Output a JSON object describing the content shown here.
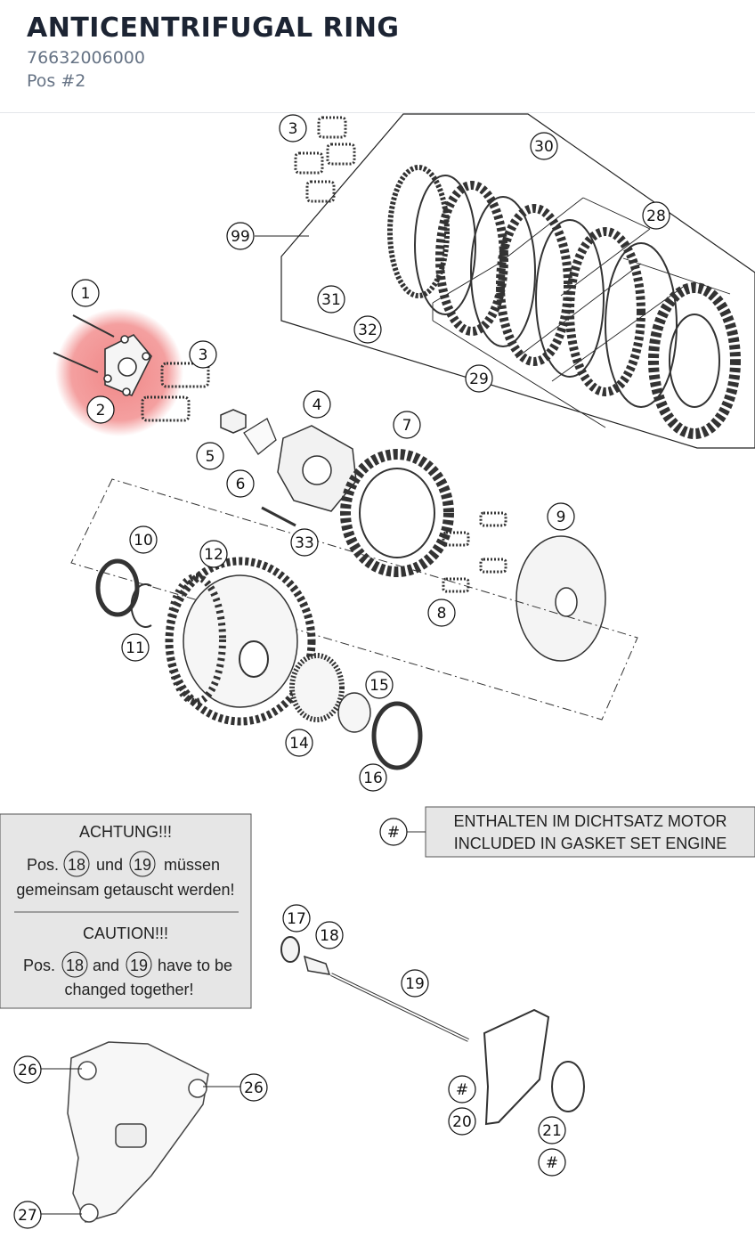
{
  "header": {
    "title": "ANTICENTRIFUGAL RING",
    "part_number": "76632006000",
    "position": "Pos #2"
  },
  "highlight": {
    "color": "#f08080",
    "position_label": "2"
  },
  "callouts": {
    "c1": "1",
    "c2": "2",
    "c3a": "3",
    "c3b": "3",
    "c4": "4",
    "c5": "5",
    "c6": "6",
    "c7": "7",
    "c8": "8",
    "c9": "9",
    "c10": "10",
    "c11": "11",
    "c12": "12",
    "c14": "14",
    "c15": "15",
    "c16": "16",
    "c17": "17",
    "c18": "18",
    "c19": "19",
    "c20": "20",
    "c21": "21",
    "c26a": "26",
    "c26b": "26",
    "c27": "27",
    "c28": "28",
    "c29": "29",
    "c30": "30",
    "c31": "31",
    "c32": "32",
    "c33": "33",
    "c99": "99",
    "hash1": "#",
    "hash2": "#",
    "hash3": "#"
  },
  "gasket_note": {
    "line1": "ENTHALTEN IM DICHTSATZ MOTOR",
    "line2": "INCLUDED IN GASKET SET ENGINE"
  },
  "warning_note": {
    "de_heading": "ACHTUNG!!!",
    "de_pos": "Pos.",
    "de_ref1": "18",
    "de_und": "und",
    "de_ref2": "19",
    "de_mussen": "müssen",
    "de_line2": "gemeinsam getauscht werden!",
    "en_heading": "CAUTION!!!",
    "en_pos": "Pos.",
    "en_ref1": "18",
    "en_and": "and",
    "en_ref2": "19",
    "en_rest": "have to be",
    "en_line2": "changed together!"
  }
}
